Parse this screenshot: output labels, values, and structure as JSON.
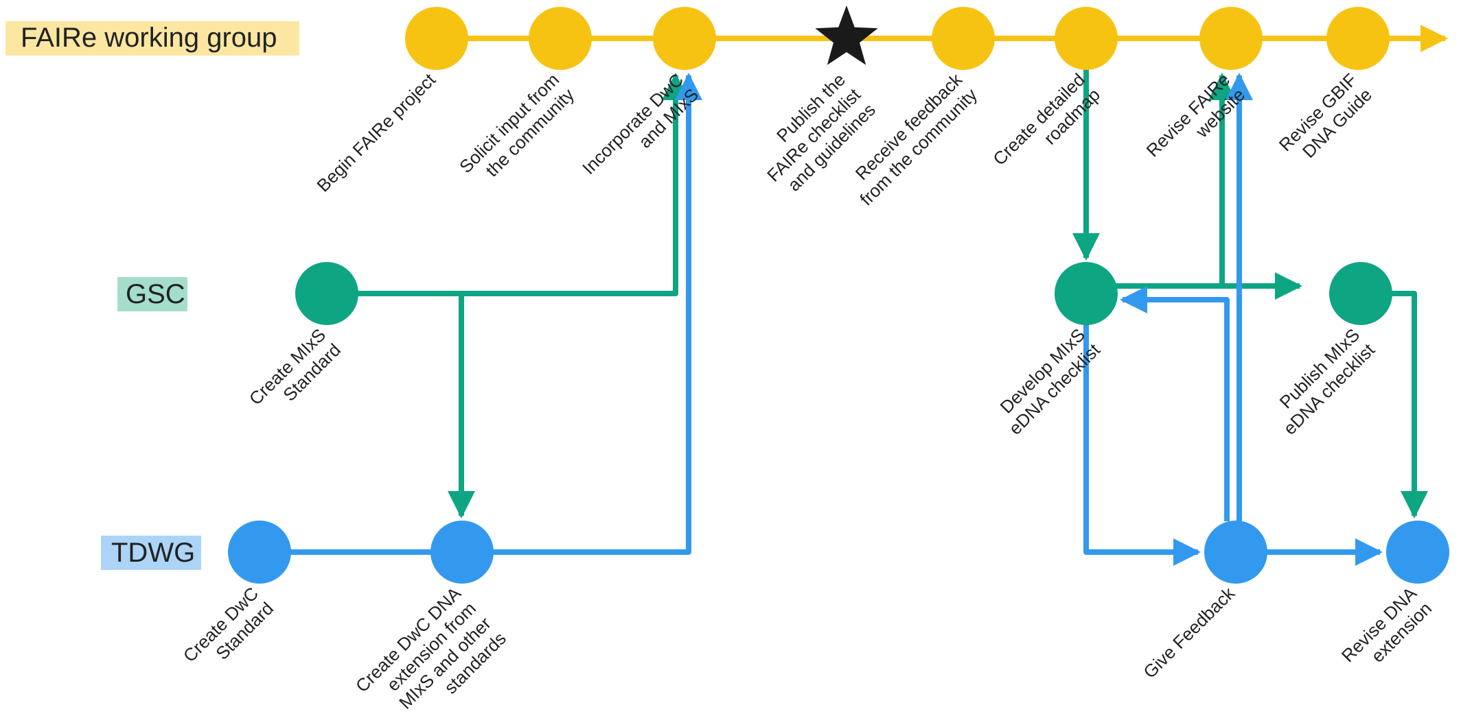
{
  "colors": {
    "faire": "#F7C313",
    "faire_label_bg": "#FBE7A1",
    "gsc": "#0EA583",
    "gsc_label_bg": "#A5DDCD",
    "tdwg": "#3399EE",
    "tdwg_label_bg": "#ACD4F7",
    "milestone": "#1A1A1A"
  },
  "lanes": {
    "faire": "FAIRe working group",
    "gsc": "GSC",
    "tdwg": "TDWG"
  },
  "faire_nodes": [
    [
      "Begin FAIRe project"
    ],
    [
      "Solicit input from",
      "the community"
    ],
    [
      "Incorporate DwC",
      "and MIxS"
    ],
    [
      "Publish the",
      "FAIRe checklist",
      "and guidelines"
    ],
    [
      "Receive feedback",
      "from the community"
    ],
    [
      "Create detailed",
      "roadmap"
    ],
    [
      "Revise FAIRe",
      "website"
    ],
    [
      "Revise GBIF",
      "DNA Guide"
    ]
  ],
  "gsc_nodes": [
    [
      "Create MIxS",
      "Standard"
    ],
    [
      "Develop MIxS",
      "eDNA checklist"
    ],
    [
      "Publish MIxS",
      "eDNA checklist"
    ]
  ],
  "tdwg_nodes": [
    [
      "Create DwC",
      "Standard"
    ],
    [
      "Create DwC DNA",
      "extension from",
      "MIxS and other",
      "standards"
    ],
    [
      "Give Feedback"
    ],
    [
      "Revise DNA",
      "extension"
    ]
  ],
  "milestone_icon": "star-icon"
}
